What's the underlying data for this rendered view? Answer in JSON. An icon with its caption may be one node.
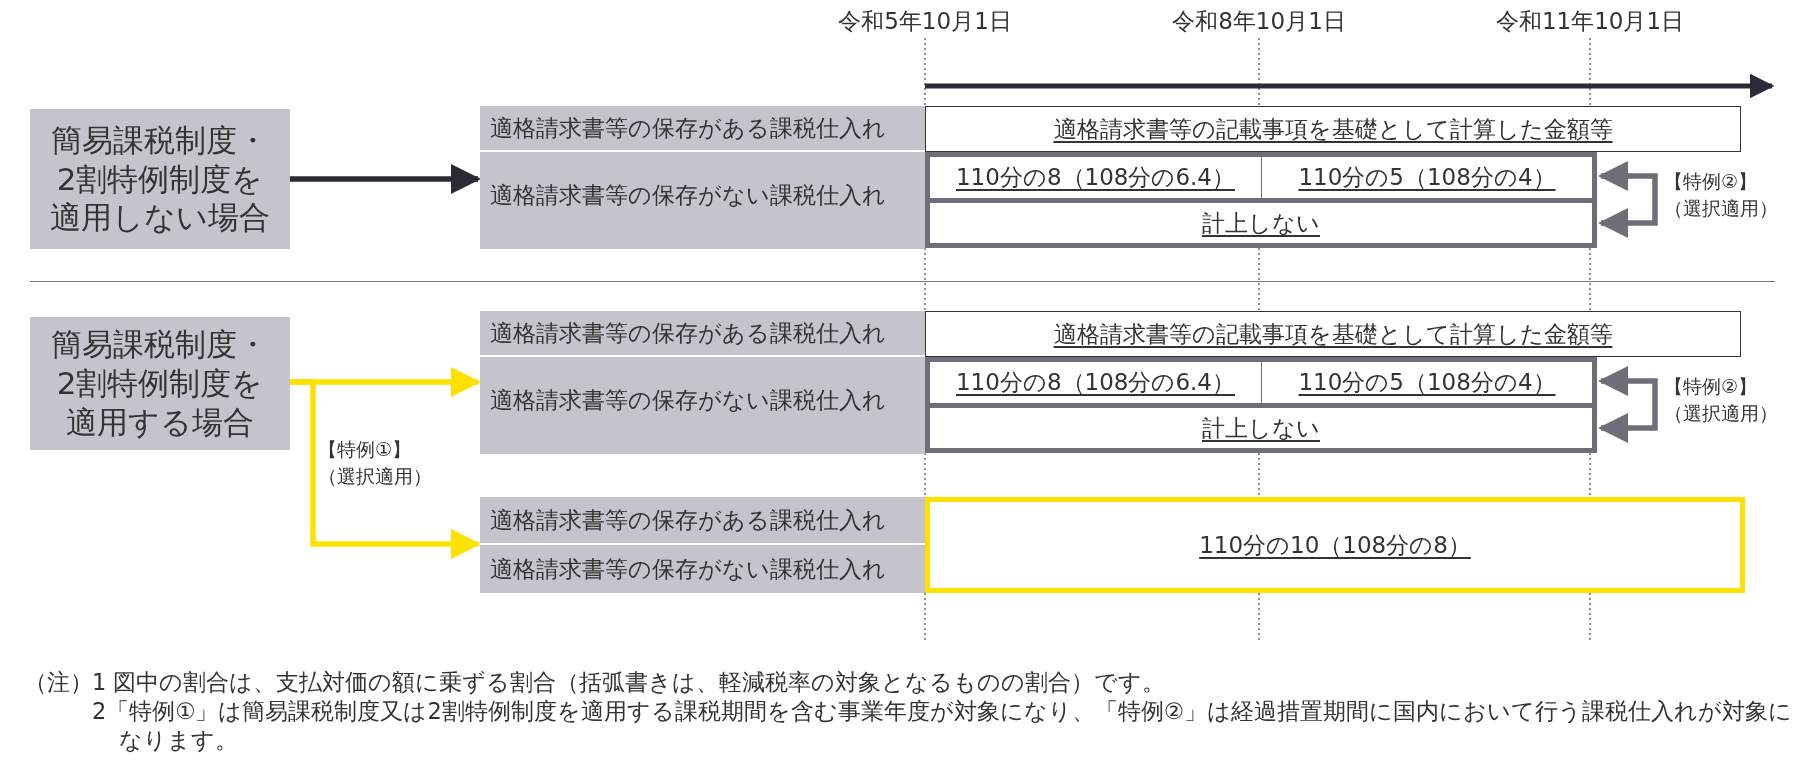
{
  "diagram": {
    "nodes": [
      {
        "text": [
          "簡易課税制度・2割特例制度を適用しない場合"
        ]
      },
      {
        "text": [
          "適格請求書等の保存がある課税仕入れ",
          "適格請求書等の保存がない課税仕入れ"
        ]
      },
      {
        "text": [
          "適格請求書等の記載事項を基礎として計算した金額等"
        ]
      },
      {
        "text": [],
        "shape": "box"
      },
      {
        "text": [
          "110分の8（108分の6.4）"
        ],
        "in": 3
      },
      {
        "text": [
          "110分の5（108分の4）"
        ],
        "in": 3
      },
      {
        "text": [
          "計上しない"
        ],
        "in": 3
      },
      {
        "text": [
          "簡易課税制度・2割特例制度を適用する場合"
        ]
      },
      {
        "text": [
          "適格請求書等の保存がある課税仕入れ",
          "適格請求書等の保存がない課税仕入れ"
        ]
      },
      {
        "text": [
          "適格請求書等の記載事項を基礎として計算した金額等"
        ]
      },
      {
        "text": [],
        "shape": "box"
      },
      {
        "text": [
          "110分の8（108分の6.4）"
        ],
        "in": 10
      },
      {
        "text": [
          "110分の5（108分の4）"
        ],
        "in": 10
      },
      {
        "text": [
          "計上しない"
        ],
        "in": 10
      },
      {
        "text": [
          "適格請求書等の保存がある課税仕入れ",
          "適格請求書等の保存がない課税仕入れ"
        ]
      },
      {
        "text": [
          "110分の10（108分の8）"
        ]
      }
    ],
    "edges": [
      {
        "from": 0,
        "to": 1,
        "arrow": "to",
        "color": "#2b2b36"
      },
      {
        "from": 5,
        "to": 6,
        "arrow": "both",
        "label": "【特例②】（選択適用）"
      },
      {
        "from": 7,
        "to": 8,
        "arrow": "to",
        "color": "#ffe100"
      },
      {
        "from": 7,
        "to": 14,
        "arrow": "to",
        "color": "#ffe100",
        "label": "【特例①】（選択適用）"
      },
      {
        "from": 12,
        "to": 13,
        "arrow": "both",
        "label": "【特例②】（選択適用）"
      }
    ],
    "labels": [
      "令和5年10月1日",
      "令和8年10月1日",
      "令和11年10月1日",
      "（注）",
      "1 図中の割合は、支払対価の額に乗ずる割合（括弧書きは、軽減税率の対象となるものの割合）です。",
      "2「特例①」は簡易課税制度又は2割特例制度を適用する課税期間を含む事業年度が対象になり、「特例②」は経過措置期間に国内において行う課税仕入れが対象になります。"
    ]
  }
}
